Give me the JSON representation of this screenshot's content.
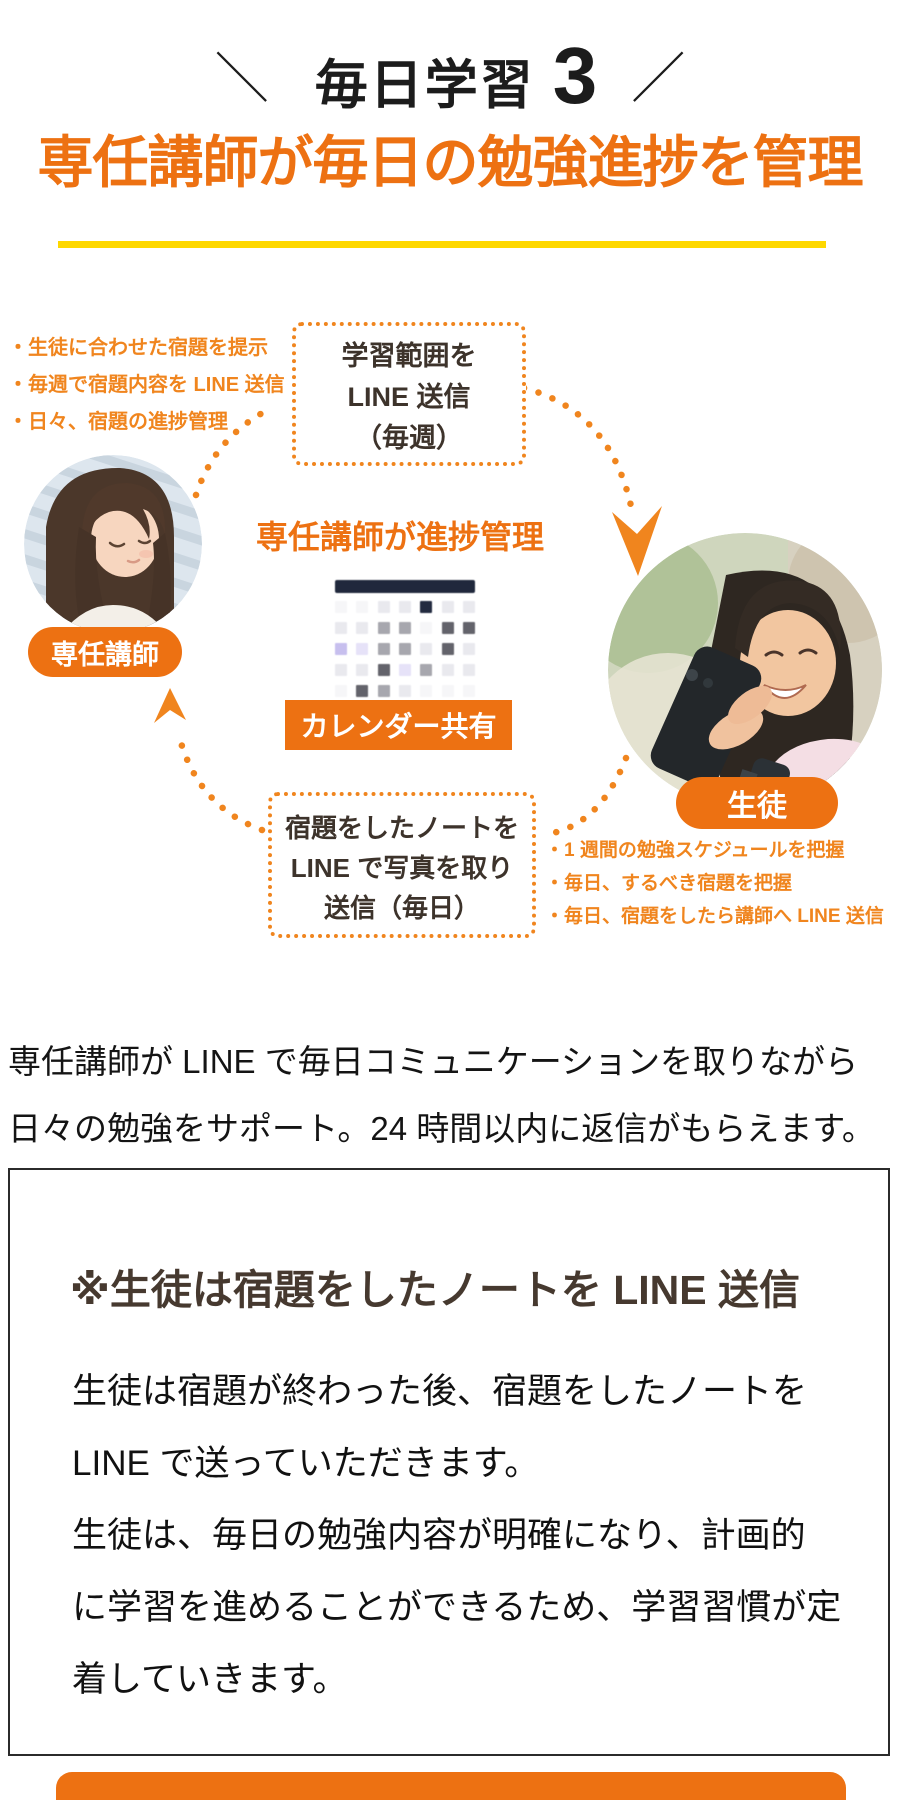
{
  "colors": {
    "accent": "#ed7112",
    "accent_light": "#f0851e",
    "yellow": "#fed800",
    "navy": "#20283c"
  },
  "header": {
    "left_slash": "＼",
    "kicker_label": "毎日学習",
    "kicker_number": "3",
    "right_slash": "／",
    "title": "専任講師が毎日の勉強進捗を管理"
  },
  "diagram": {
    "teacher_notes": [
      "・生徒に合わせた宿題を提示",
      "・毎週で宿題内容を LINE 送信",
      "・日々、宿題の進捗管理"
    ],
    "top_box_lines": [
      "学習範囲を",
      "LINE 送信",
      "（毎週）"
    ],
    "teacher_label": "専任講師",
    "center_title": "専任講師が進捗管理",
    "calendar_share_label": "カレンダー共有",
    "student_label": "生徒",
    "bottom_box_lines": [
      "宿題をしたノートを",
      "LINE で写真を取り",
      "送信（毎日）"
    ],
    "student_notes": [
      "・1 週間の勉強スケジュールを把握",
      "・毎日、するべき宿題を把握",
      "・毎日、宿題をしたら講師へ LINE 送信"
    ],
    "calendar": {
      "header_color": "#20283c",
      "palette": [
        "#f6f6f8",
        "#e9e9ee",
        "#a7a7ae",
        "#63636b",
        "#232b40",
        "#c7bfee",
        "#e6e2f8"
      ],
      "rows": [
        [
          0,
          0,
          1,
          1,
          4,
          1,
          1
        ],
        [
          1,
          1,
          2,
          2,
          0,
          3,
          3
        ],
        [
          5,
          6,
          2,
          2,
          1,
          3,
          1
        ],
        [
          1,
          1,
          3,
          6,
          2,
          1,
          1
        ],
        [
          0,
          3,
          2,
          1,
          0,
          0,
          0
        ]
      ]
    }
  },
  "support_lines": [
    "専任講師が LINE で毎日コミュニケーションを取りながら",
    "日々の勉強をサポート。24 時間以内に返信がもらえます。"
  ],
  "note_box": {
    "title": "※生徒は宿題をしたノートを LINE 送信",
    "body_lines": [
      "生徒は宿題が終わった後、宿題をしたノートを",
      "LINE で送っていただきます。",
      "生徒は、毎日の勉強内容が明確になり、計画的",
      "に学習を進めることができるため、学習習慣が定",
      "着していきます。"
    ]
  }
}
